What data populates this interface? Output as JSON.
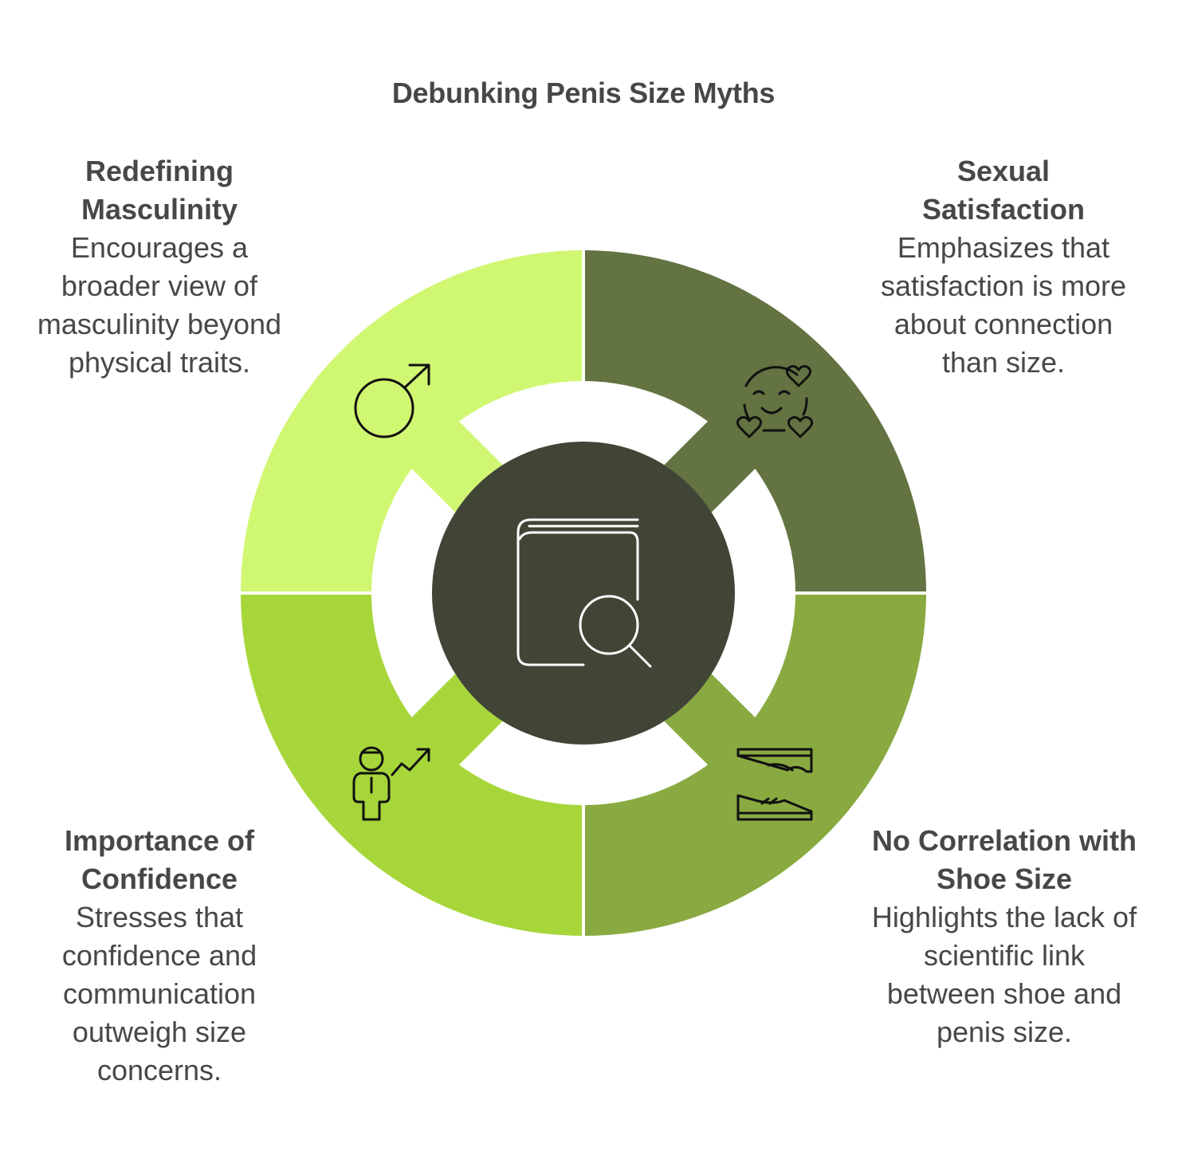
{
  "title": "Debunking Penis Size Myths",
  "colors": {
    "top_left": "#d0f772",
    "top_right": "#637341",
    "bottom_left": "#a7d63a",
    "bottom_right": "#88aa40",
    "center": "#414536",
    "text": "#474747"
  },
  "center": {
    "icon": "book-search-icon"
  },
  "sections": {
    "top_left": {
      "heading": "Redefining Masculinity",
      "description": "Encourages a broader view of masculinity beyond physical traits.",
      "icon": "male-symbol-icon"
    },
    "top_right": {
      "heading": "Sexual Satisfaction",
      "description": "Emphasizes that satisfaction is more about connection than size.",
      "icon": "smiling-face-hearts-icon"
    },
    "bottom_left": {
      "heading": "Importance of Confidence",
      "description": "Stresses that confidence and communication outweigh size concerns.",
      "icon": "person-growth-icon"
    },
    "bottom_right": {
      "heading": "No Correlation with Shoe Size",
      "description": "Highlights the lack of scientific link between shoe and penis size.",
      "icon": "shoes-icon"
    }
  }
}
